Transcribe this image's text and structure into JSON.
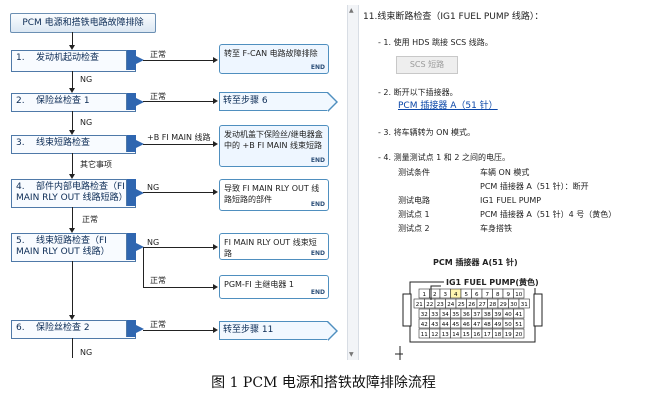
{
  "flow": {
    "title": "PCM 电源和搭铁电路故障排除",
    "steps": [
      {
        "num": "1.",
        "label": "发动机起动检查"
      },
      {
        "num": "2.",
        "label": "保险丝检查 1"
      },
      {
        "num": "3.",
        "label": "线束短路检查"
      },
      {
        "num": "4.",
        "label": "部件内部电路检查（FI MAIN RLY OUT 线路短路）"
      },
      {
        "num": "5.",
        "label": "线束短路检查（FI MAIN RLY OUT 线路）"
      },
      {
        "num": "6.",
        "label": "保险丝检查 2"
      }
    ],
    "results": [
      {
        "text": "转至 F-CAN 电路故障排除",
        "end": "END"
      },
      {
        "text": "转至步骤 6"
      },
      {
        "text": "发动机盖下保险丝/继电器盒中的 +B FI MAIN 线束短路",
        "end": "END"
      },
      {
        "text": "导致 FI MAIN RLY OUT 线路短路的部件",
        "end": "END"
      },
      {
        "text": "FI MAIN RLY OUT 线束短路",
        "end": "END"
      },
      {
        "text": "PGM-FI 主继电器 1",
        "end": "END"
      },
      {
        "text": "转至步骤 11"
      }
    ],
    "labels": {
      "ok": "正常",
      "ng": "NG",
      "b_fi_main": "+B FI MAIN 线路",
      "other": "其它事项"
    }
  },
  "right": {
    "heading": "11.线束断路检查（IG1 FUEL PUMP 线路）：",
    "s1_prefix": "- 1. 使用 HDS 跳接 SCS 线路。",
    "scs_button": "SCS 短路",
    "s2_prefix": "- 2. 断开以下插接器。",
    "s2_link": "PCM 插接器 A（51 针）",
    "s3": "- 3. 将车辆转为 ON 模式。",
    "s4": "- 4. 测量测试点 1 和 2 之间的电压。",
    "rows": [
      {
        "k": "测试条件",
        "v": "车辆 ON 模式"
      },
      {
        "k": "",
        "v": "PCM 插接器 A（51 针）：断开"
      },
      {
        "k": "测试电路",
        "v": "IG1 FUEL PUMP"
      },
      {
        "k": "测试点 1",
        "v": "PCM 插接器 A（51 针）4 号（黄色）"
      },
      {
        "k": "测试点 2",
        "v": "车身搭铁"
      }
    ],
    "conn_title": "PCM 插接器 A(51 针)",
    "conn_label": "IG1 FUEL PUMP(黄色)",
    "pins_row1": [
      "1",
      "2",
      "3",
      "4",
      "5",
      "6",
      "7",
      "8",
      "9",
      "10"
    ],
    "pins_row2": [
      "21",
      "22",
      "23",
      "24",
      "25",
      "26",
      "27",
      "28",
      "29",
      "30",
      "31"
    ],
    "pins_row3": [
      "32",
      "33",
      "34",
      "35",
      "36",
      "37",
      "38",
      "39",
      "40",
      "41"
    ],
    "pins_row4": [
      "42",
      "43",
      "44",
      "45",
      "46",
      "47",
      "48",
      "49",
      "50",
      "51"
    ],
    "pins_row5": [
      "11",
      "12",
      "13",
      "14",
      "15",
      "16",
      "17",
      "18",
      "19",
      "20"
    ]
  },
  "caption": "图 1 PCM 电源和搭铁故障排除流程"
}
